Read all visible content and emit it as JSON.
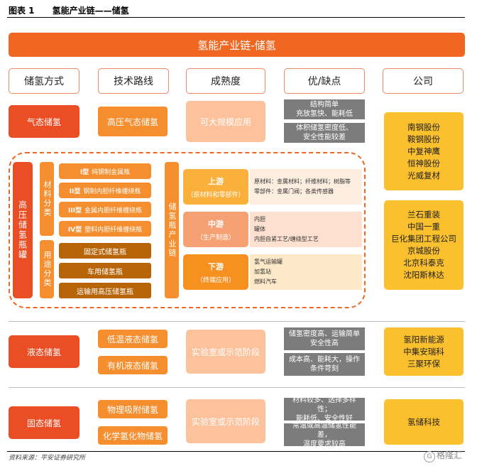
{
  "figure": {
    "label": "图表 1",
    "title": "氢能产业链——储氢",
    "banner": "氢能产业链-储氢",
    "source": "资料来源：平安证券研究所",
    "watermark": "格隆汇"
  },
  "headers": [
    "储氢方式",
    "技术路线",
    "成熟度",
    "优/缺点",
    "公司"
  ],
  "gas": {
    "method": "气态储氢",
    "route": "高压气态储氢",
    "maturity": "可大规模应用",
    "pros": "结构简单\n充放氢快、能耗低",
    "cons": "体积储氢密度低、\n安全性能较差",
    "companies_a": [
      "南钢股份",
      "鞍钢股份",
      "中复神鹰",
      "恒神股份",
      "光威复材"
    ],
    "companies_b": [
      "兰石重装",
      "中国一重",
      "巨化集团工程公司",
      "京城股份",
      "北京科泰克",
      "沈阳斯林达"
    ]
  },
  "tank": {
    "title": "高压储氢瓶罐",
    "material_label": "材料分类",
    "usage_label": "用途分类",
    "chain_label": "储氢瓶产业链",
    "materials": [
      {
        "type": "I型",
        "desc": "纯钢制金属瓶"
      },
      {
        "type": "II型",
        "desc": "钢制内胆纤维缠绕瓶"
      },
      {
        "type": "III型",
        "desc": "金属内胆纤维缠绕瓶"
      },
      {
        "type": "IV型",
        "desc": "塑料内胆纤维缠绕瓶"
      }
    ],
    "usages": [
      "固定式储氢瓶",
      "车用储氢瓶",
      "运输用高压储氢瓶"
    ],
    "stages": [
      {
        "name": "上游",
        "sub": "（原材料和零部件）",
        "details": [
          "原材料：金属材料；纤维材料；树脂等",
          "零部件：金属门阀；各类传感器"
        ]
      },
      {
        "name": "中游",
        "sub": "（生产制造）",
        "details": [
          "内胆",
          "罐体",
          "内胆自紧工艺/缠绕型工艺"
        ]
      },
      {
        "name": "下游",
        "sub": "（终端应用）",
        "details": [
          "氢气运输罐",
          "加氢站",
          "燃料汽车"
        ]
      }
    ]
  },
  "liquid": {
    "method": "液态储氢",
    "routes": [
      "低温液态储氢",
      "有机液态储氢"
    ],
    "maturity": "实验室或示范阶段",
    "pros": "储氢密度高、运输简单\n安全性高",
    "cons": "成本高、能耗大，操作\n条件苛刻",
    "companies": [
      "氢阳新能源",
      "中集安瑞科",
      "三聚环保"
    ]
  },
  "solid": {
    "method": "固态储氢",
    "routes": [
      "物理吸附储氢",
      "化学氢化物储氢"
    ],
    "maturity": "实验室或示范阶段",
    "pros": "材料较多、选择多样性；\n能耗低、安全性好",
    "cons": "常温或高温储氢性能差，\n温度要求较高",
    "companies": [
      "氢储科技"
    ]
  },
  "colors": {
    "accent": "#f06722",
    "red": "#e94e25",
    "orange": "#f58e2e",
    "peach": "#fbc29c",
    "gray": "#7c7c7c",
    "yellow": "#fbc02d",
    "brown": "#b8650a"
  }
}
